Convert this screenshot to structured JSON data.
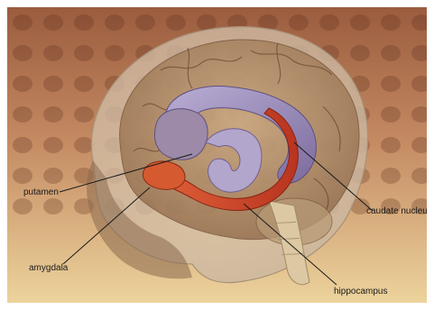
{
  "labels": {
    "putamen": "putamen",
    "amygdala": "amygdala",
    "caudate_nucleus": "caudate nucleus",
    "hippocampus": "hippocampus"
  },
  "colors": {
    "background_top": "#a9694a",
    "background_bottom": "#e8c58e",
    "skull": "#d8c8b4",
    "cortex": "#b08a64",
    "caudate": "#9a8cb8",
    "hippocampus": "#c8402e",
    "amygdala": "#d2582f",
    "brainstem": "#d8c49c"
  }
}
